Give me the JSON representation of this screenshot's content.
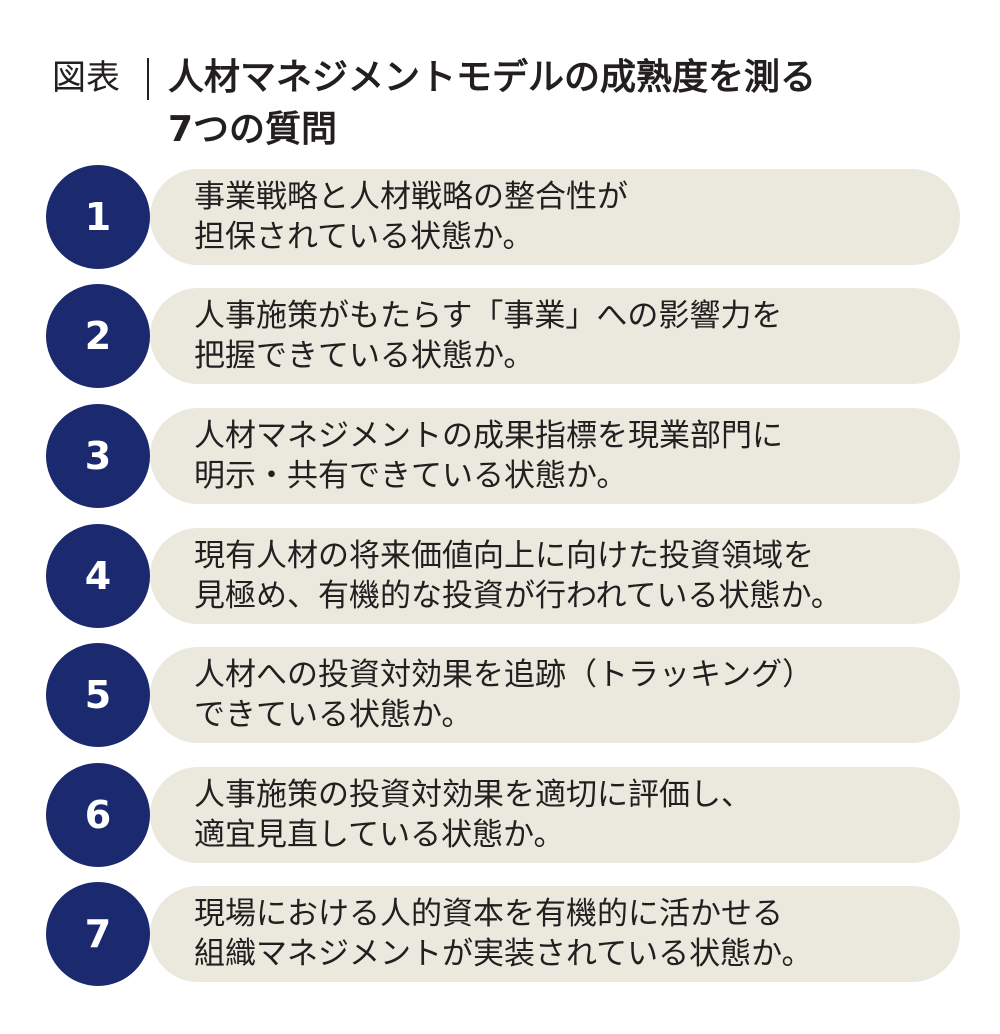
{
  "header": {
    "label": "図表",
    "title_line1": "人材マネジメントモデルの成熟度を測る",
    "title_line2": "7つの質問"
  },
  "items": [
    {
      "number": "1",
      "line1": "事業戦略と人材戦略の整合性が",
      "line2": "担保されている状態か。"
    },
    {
      "number": "2",
      "line1": "人事施策がもたらす「事業」への影響力を",
      "line2": "把握できている状態か。"
    },
    {
      "number": "3",
      "line1": "人材マネジメントの成果指標を現業部門に",
      "line2": "明示・共有できている状態か。"
    },
    {
      "number": "4",
      "line1": "現有人材の将来価値向上に向けた投資領域を",
      "line2": "見極め、有機的な投資が行われている状態か。"
    },
    {
      "number": "5",
      "line1": "人材への投資対効果を追跡（トラッキング）",
      "line2": "できている状態か。"
    },
    {
      "number": "6",
      "line1": "人事施策の投資対効果を適切に評価し、",
      "line2": "適宜見直している状態か。"
    },
    {
      "number": "7",
      "line1": "現場における人的資本を有機的に活かせる",
      "line2": "組織マネジメントが実装されている状態か。"
    }
  ],
  "colors": {
    "circle": "#1b2a6f",
    "pill": "#ebe9de",
    "text": "#231f20"
  }
}
